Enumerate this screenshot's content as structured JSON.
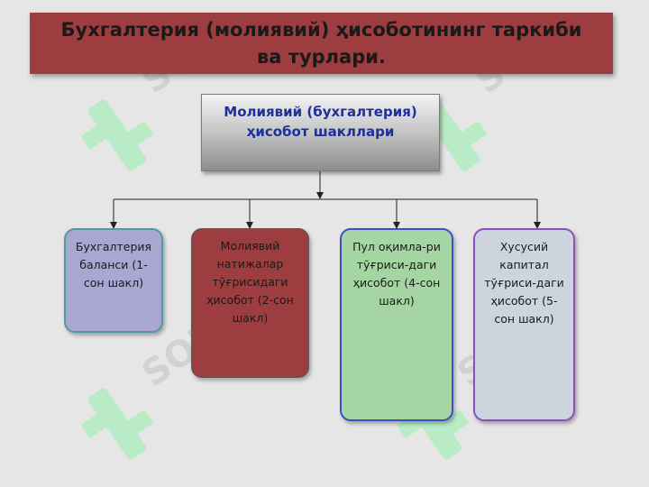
{
  "title": "Бухгалтерия (молиявий) ҳисоботининг таркиби ва турлари.",
  "root": {
    "label": "Молиявий (бухгалтерия) ҳисобот шакллари"
  },
  "nodes": [
    {
      "label": "Бухгалтерия баланси (1-сон шакл)"
    },
    {
      "label": "Молиявий натижалар тўғрисидаги ҳисобот (2-сон шакл)"
    },
    {
      "label": "Пул оқимла-ри тўғриси-даги ҳисобот (4-сон шакл)"
    },
    {
      "label": "Хусусий капитал тўғриси-даги ҳисобот (5-сон шакл)"
    }
  ],
  "watermark": {
    "text": "SOFT",
    "logo_color": "#b9ecc6",
    "text_color": "#d2d2d2"
  },
  "colors": {
    "background": "#e6e6e6",
    "title_bar": "#9e3d3f",
    "root_text": "#1f2f9a",
    "node1_fill": "#a9a7d2",
    "node2_fill": "#9e3d3f",
    "node3_fill": "#a5d5a3",
    "node4_fill": "#ccd5de"
  }
}
